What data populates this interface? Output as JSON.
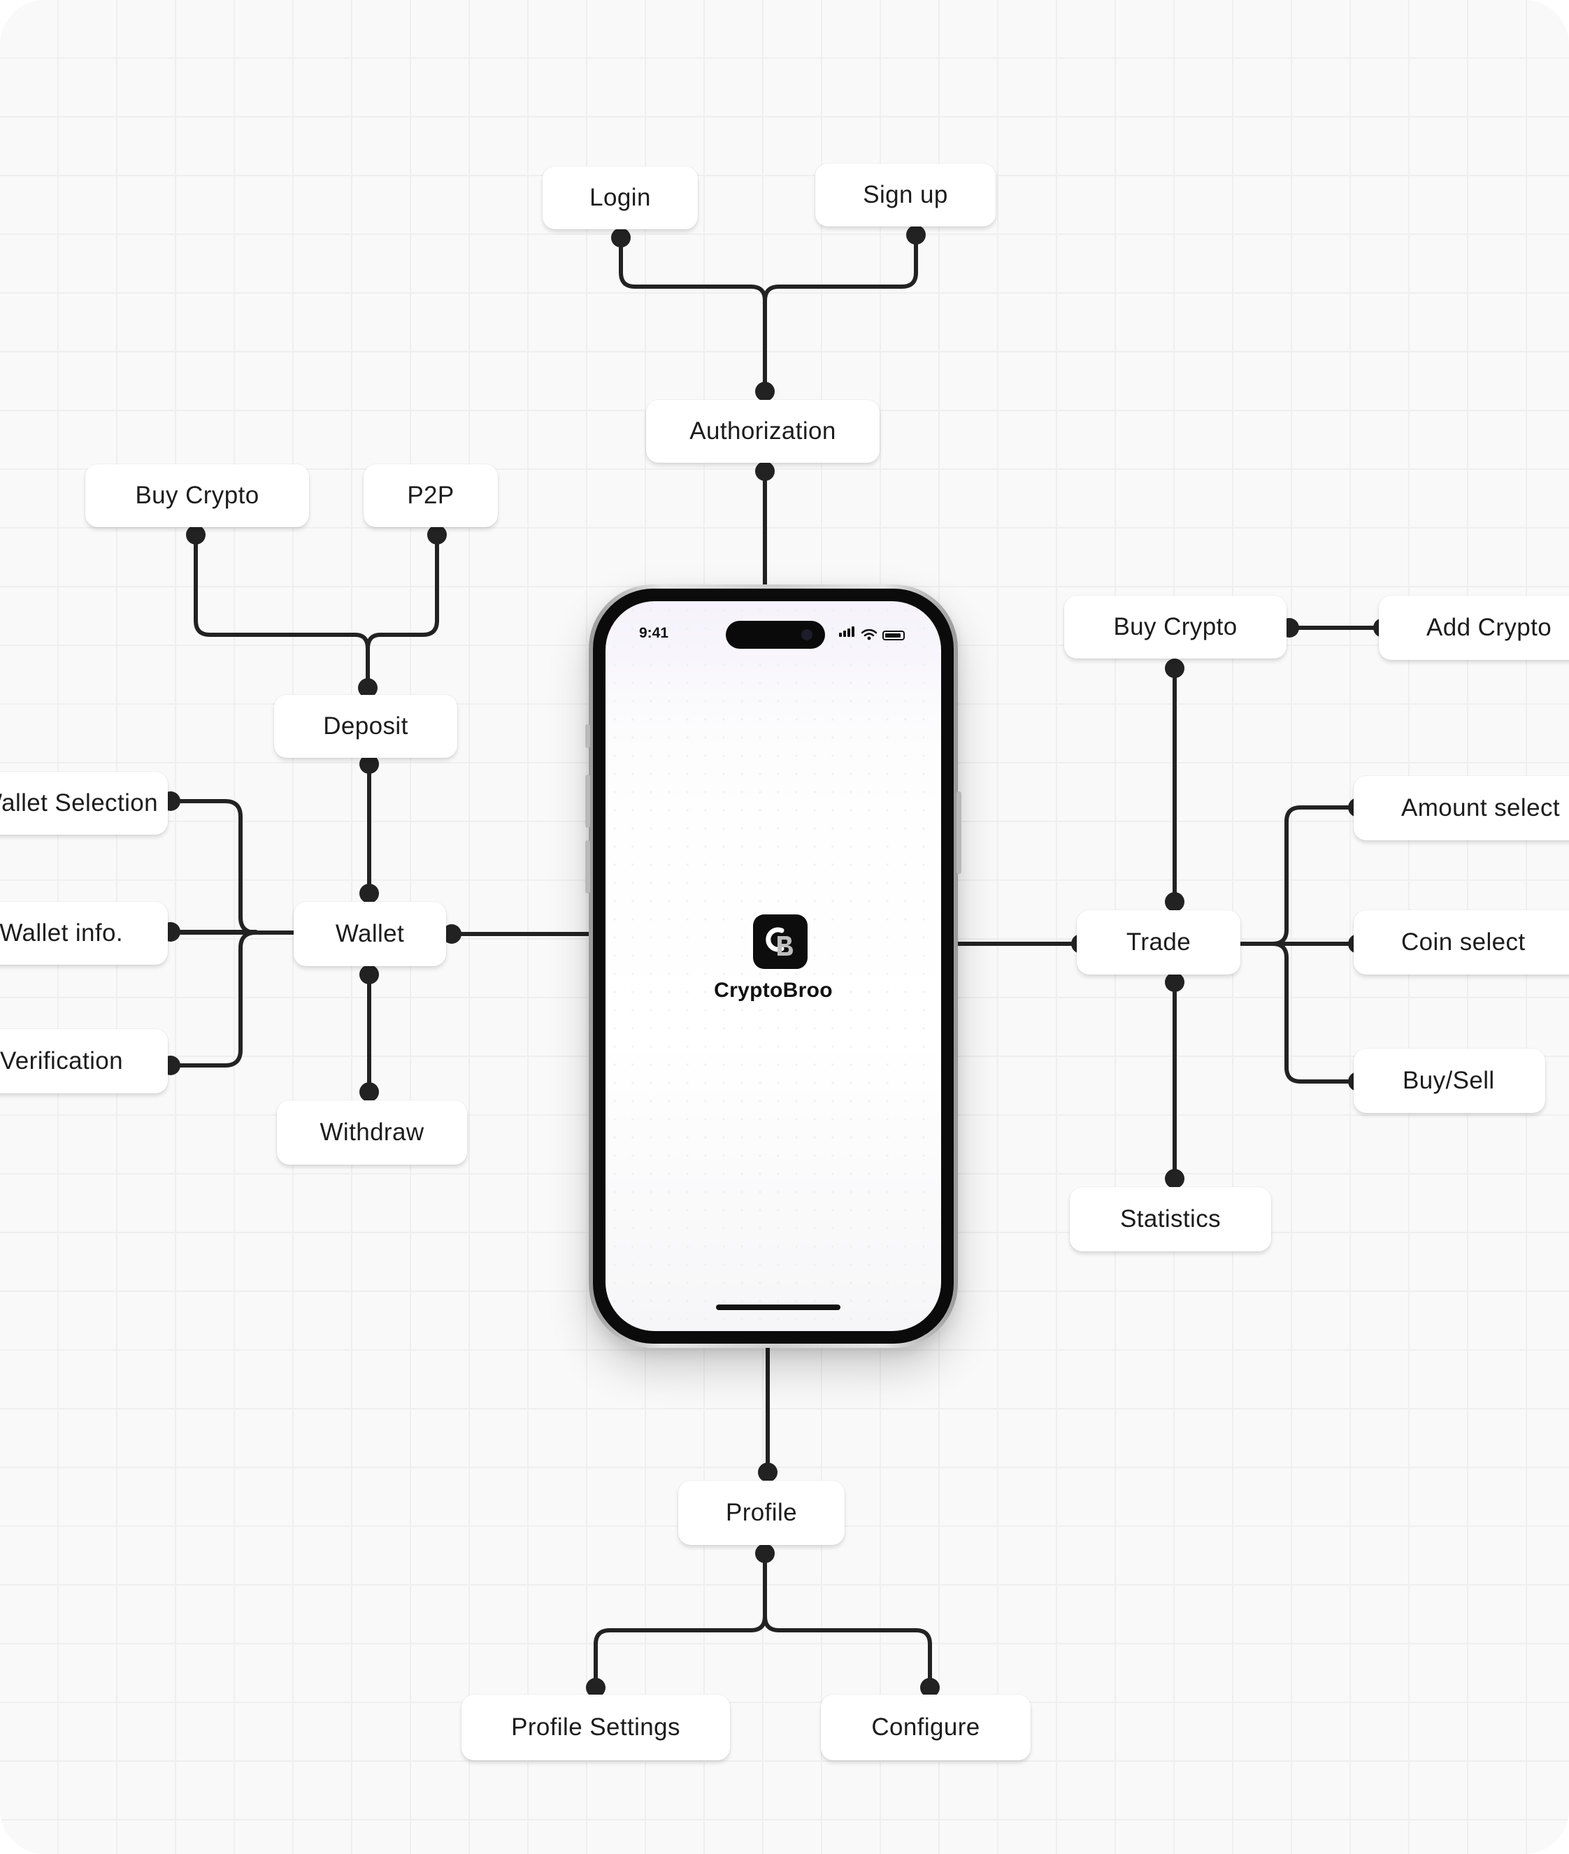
{
  "diagram": {
    "center_screen": {
      "status_time": "9:41",
      "app_name": "CryptoBroo",
      "logo_icon": "cb-logo-icon"
    },
    "nodes": {
      "login": "Login",
      "sign_up": "Sign up",
      "authorization": "Authorization",
      "deposit_buy_crypto": "Buy Crypto",
      "p2p": "P2P",
      "deposit": "Deposit",
      "wallet": "Wallet",
      "withdraw": "Withdraw",
      "wallet_selection": "Wallet Selection",
      "wallet_info": "Wallet info.",
      "verification": "Verification",
      "trade_buy_crypto": "Buy Crypto",
      "add_crypto": "Add Crypto",
      "trade": "Trade",
      "amount_select": "Amount select",
      "coin_select": "Coin select",
      "buy_sell": "Buy/Sell",
      "statistics": "Statistics",
      "profile": "Profile",
      "profile_settings": "Profile Settings",
      "configure": "Configure"
    },
    "colors": {
      "background": "#f9f9f9",
      "grid": "#efefef",
      "connector": "#222222",
      "node_fill": "#ffffff",
      "text": "#1c1c1c"
    }
  }
}
